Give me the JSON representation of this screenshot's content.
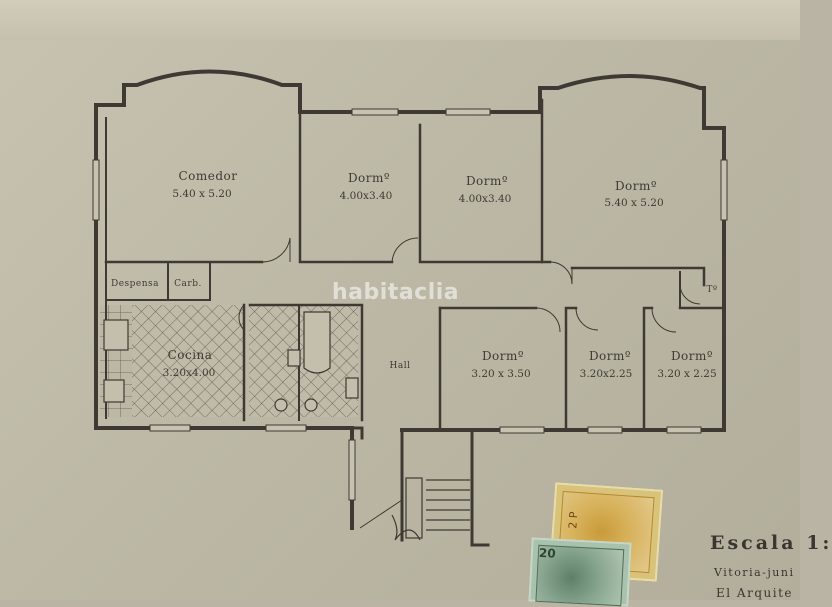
{
  "rooms": {
    "comedor": {
      "name": "Comedor",
      "dims": "5.40 x 5.20"
    },
    "dorm1": {
      "name": "Dormº",
      "dims": "4.00x3.40"
    },
    "dorm2": {
      "name": "Dormº",
      "dims": "4.00x3.40"
    },
    "dorm3": {
      "name": "Dormº",
      "dims": "5.40 x 5.20"
    },
    "despensa": {
      "name": "Despensa"
    },
    "carb": {
      "name": "Carb."
    },
    "cocina": {
      "name": "Cocina",
      "dims": "3.20x4.00"
    },
    "hall": {
      "name": "Hall"
    },
    "dorm4": {
      "name": "Dormº",
      "dims": "3.20 x 3.50"
    },
    "dorm5": {
      "name": "Dormº",
      "dims": "3.20x2.25"
    },
    "dorm6": {
      "name": "Dormº",
      "dims": "3.20 x 2.25"
    },
    "toilet": {
      "name": "Tº"
    }
  },
  "watermark": "habitaclia",
  "title_block": {
    "scale": "Escala 1:",
    "city": "Vitoria-juni",
    "architect": "El Arquite"
  },
  "stamps": {
    "stamp1_value": "2 P",
    "stamp2_value": "20"
  },
  "colors": {
    "paper": "#c3beac",
    "ink": "#3e3a33",
    "stamp_yellow": "#d9c37a",
    "stamp_green": "#a9c2ad"
  }
}
